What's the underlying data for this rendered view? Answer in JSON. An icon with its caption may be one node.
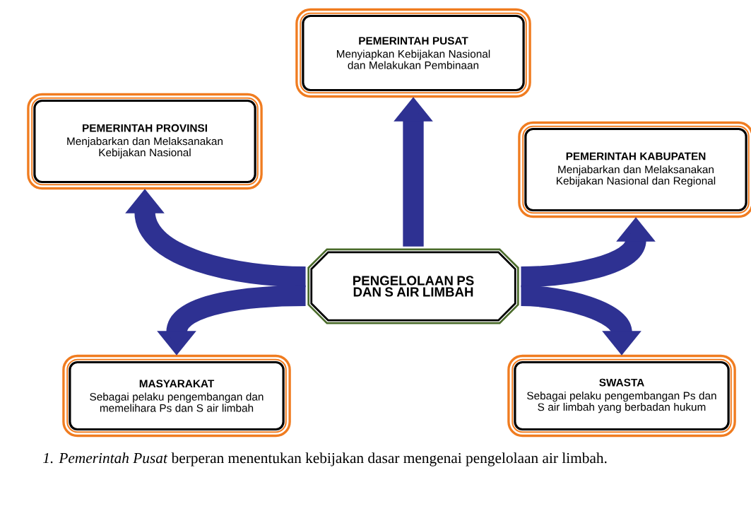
{
  "diagram": {
    "nodes": [
      {
        "text": [
          "PENGELOLAAN PS DAN S AIR LIMBAH"
        ]
      },
      {
        "text": [
          "PEMERINTAH PUSAT",
          "Menyiapkan Kebijakan Nasional dan Melakukan Pembinaan"
        ]
      },
      {
        "text": [
          "PEMERINTAH PROVINSI",
          "Menjabarkan dan Melaksanakan Kebijakan Nasional"
        ]
      },
      {
        "text": [
          "PEMERINTAH KABUPATEN",
          "Menjabarkan dan Melaksanakan Kebijakan Nasional dan Regional"
        ]
      },
      {
        "text": [
          "MASYARAKAT",
          "Sebagai pelaku pengembangan dan memelihara Ps dan S air limbah"
        ]
      },
      {
        "text": [
          "SWASTA",
          "Sebagai pelaku pengembangan Ps dan S air limbah yang berbadan hukum"
        ]
      }
    ],
    "edges": [
      {
        "from": 0,
        "to": 1,
        "arrow": "to"
      },
      {
        "from": 0,
        "to": 2,
        "arrow": "to"
      },
      {
        "from": 0,
        "to": 3,
        "arrow": "to"
      },
      {
        "from": 0,
        "to": 4,
        "arrow": "to"
      },
      {
        "from": 0,
        "to": 5,
        "arrow": "to"
      }
    ],
    "labels": [
      "*1. Pemerintah Pusat* berperan menentukan kebijakan dasar mengenai pengelolaan air limbah."
    ]
  }
}
